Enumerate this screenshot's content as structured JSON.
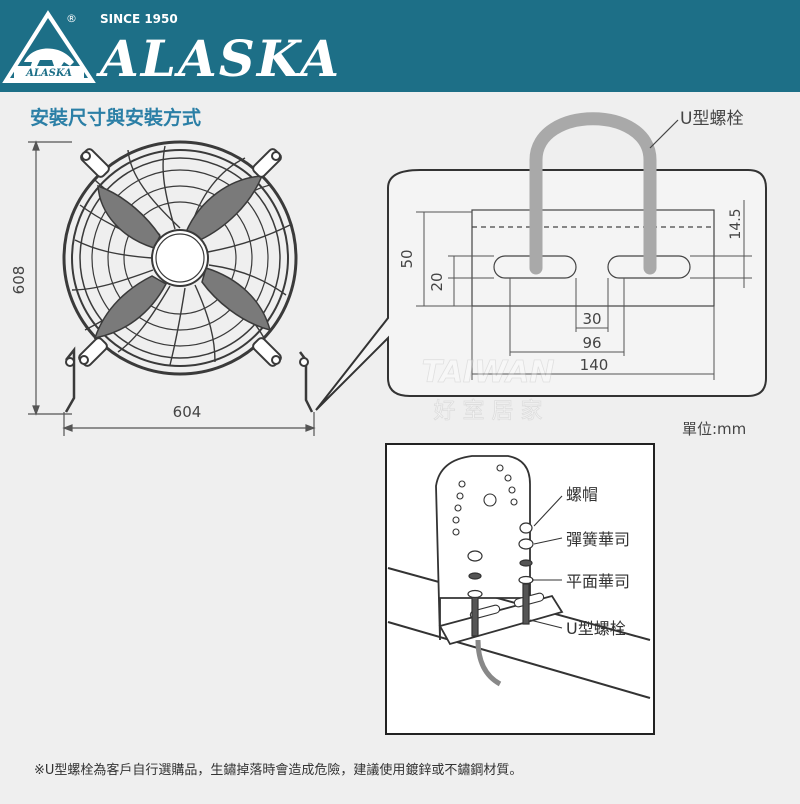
{
  "brand": {
    "name": "ALASKA",
    "since": "SINCE 1950",
    "registered": "®",
    "logo_text": "ALASKA",
    "colors": {
      "header": "#1d6f87",
      "accent": "#2b7fa6",
      "line": "#3a3a3a",
      "background": "#efefef"
    }
  },
  "section": {
    "title": "安裝尺寸與安裝方式"
  },
  "fan_drawing": {
    "height_dim": "608",
    "width_dim": "604"
  },
  "bracket_detail": {
    "u_bolt_label": "U型螺栓",
    "dims": {
      "d50": "50",
      "d20": "20",
      "d30": "30",
      "d96": "96",
      "d140": "140",
      "d14_5": "14.5"
    }
  },
  "watermark": {
    "line1": "TAIWAN",
    "line2": "好 室 居 家"
  },
  "unit_label": "單位:mm",
  "install_detail": {
    "labels": [
      "螺帽",
      "彈簧華司",
      "平面華司",
      "U型螺栓"
    ]
  },
  "footnote": "※U型螺栓為客戶自行選購品，生鏽掉落時會造成危險，建議使用鍍鋅或不鏽鋼材質。"
}
